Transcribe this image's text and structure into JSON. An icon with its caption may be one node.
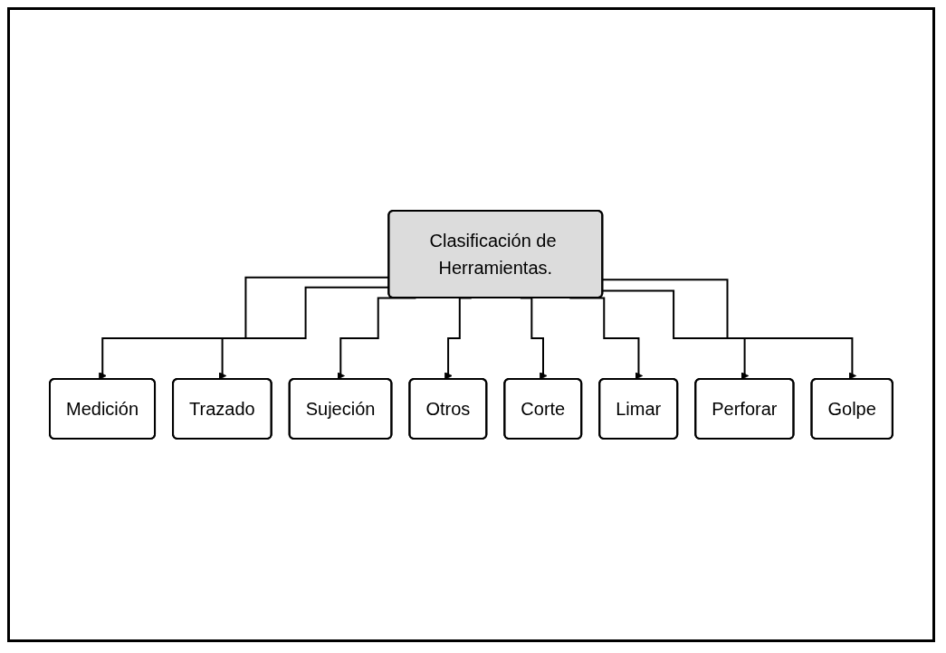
{
  "diagram": {
    "nodes": [
      {
        "text": [
          "Clasificación de Herramientas."
        ]
      },
      {
        "text": [
          "Medición"
        ]
      },
      {
        "text": [
          "Trazado"
        ]
      },
      {
        "text": [
          "Sujeción"
        ]
      },
      {
        "text": [
          "Otros"
        ]
      },
      {
        "text": [
          "Corte"
        ]
      },
      {
        "text": [
          "Limar"
        ]
      },
      {
        "text": [
          "Perforar"
        ]
      },
      {
        "text": [
          "Golpe"
        ]
      }
    ],
    "edges": [
      {
        "from": 0,
        "to": 1,
        "arrow": "to"
      },
      {
        "from": 0,
        "to": 2,
        "arrow": "to"
      },
      {
        "from": 0,
        "to": 3,
        "arrow": "to"
      },
      {
        "from": 0,
        "to": 4,
        "arrow": "to"
      },
      {
        "from": 0,
        "to": 5,
        "arrow": "to"
      },
      {
        "from": 0,
        "to": 6,
        "arrow": "to"
      },
      {
        "from": 0,
        "to": 7,
        "arrow": "to"
      },
      {
        "from": 0,
        "to": 8,
        "arrow": "to"
      }
    ]
  }
}
